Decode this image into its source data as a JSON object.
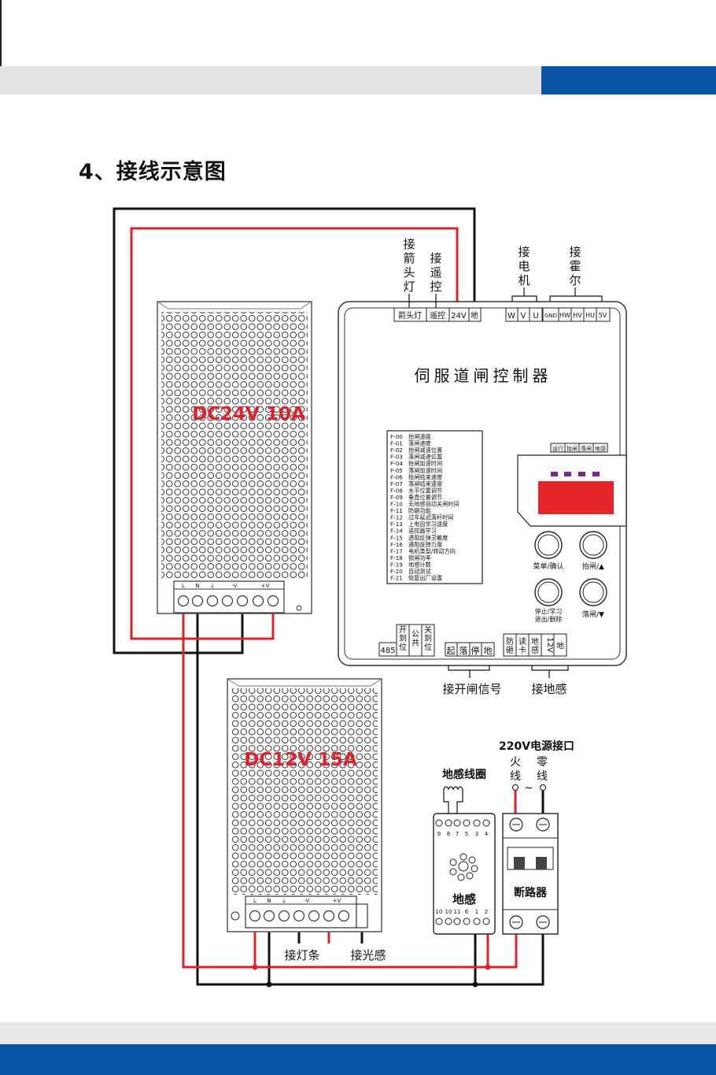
{
  "section_title": "4、接线示意图",
  "colors": {
    "accent_blue": "#0a54a6",
    "wire_red": "#e0202a",
    "wire_black": "#111111",
    "display_red": "#e3262b"
  },
  "psu1": {
    "label": "DC24V 10A",
    "terminals": [
      "L",
      "N",
      "⏚",
      "-V",
      "+V"
    ]
  },
  "psu2": {
    "label": "DC12V 15A",
    "terminals": [
      "L",
      "N",
      "⏚",
      "-V",
      "+V"
    ]
  },
  "controller": {
    "title": "伺服道闸控制器",
    "top_terminals": [
      "箭头灯",
      "遥控",
      "24V",
      "地"
    ],
    "motor_terminals": [
      "W",
      "V",
      "U"
    ],
    "hall_terminals": [
      "GND",
      "HW",
      "HV",
      "HU",
      "5V"
    ],
    "callouts": {
      "arrow_light": "接箭头灯",
      "remote": "接遥控",
      "motor": "接电机",
      "hall": "接霍尔"
    },
    "status_labels": [
      "运行",
      "抬闸",
      "落闸",
      "地感"
    ],
    "functions": [
      "F-00　抬闸速度",
      "F-01　落闸速度",
      "F-02　抬闸减速位置",
      "F-03　落闸减速位置",
      "F-04　抬闸加速时间",
      "F-05　落闸加速时间",
      "F-06　抬闸结束速度",
      "F-07　落闸结束速度",
      "F-08　水平位置调节",
      "F-09　垂直位置调节",
      "F-10　无地感自动关闸时间",
      "F-11　防砸功能",
      "F-12　过车延迟落杆时间",
      "F-13　上电自学习速度",
      "F-14　遥控器学习",
      "F-15　遇阻反弹灵敏度",
      "F-16　遇阻反弹力度",
      "F-17　电机类型/转动方向",
      "F-18　锁闸功率",
      "F-19　地感计数",
      "F-20　自动测试",
      "F-21　恢复出厂设置"
    ],
    "buttons": [
      "菜单/确认",
      "抬闸/▲",
      "停止/学习",
      "退出/删除",
      "落闸/▼"
    ],
    "bottom_left_terminals": [
      "485",
      "开到位",
      "公共",
      "关到位"
    ],
    "gate_signal_terminals": [
      "起",
      "落",
      "停",
      "地"
    ],
    "loop_terminals": [
      "防砸",
      "读卡",
      "地感",
      "12V",
      "地"
    ],
    "gate_signal_caption": "接开闸信号",
    "loop_caption": "接地感"
  },
  "loop_detector": {
    "title": "地感线圈",
    "name": "地感",
    "top_pins": [
      "9",
      "8",
      "7",
      "5",
      "3",
      "4"
    ],
    "bottom_pins": [
      "10",
      "10",
      "11",
      "6",
      "1",
      "2"
    ]
  },
  "breaker": {
    "title": "220V电源接口",
    "live": "火线",
    "neutral": "零线",
    "name": "断路器",
    "ac": "~"
  },
  "captions": {
    "led_strip": "接灯条",
    "light_sensor": "接光感"
  }
}
